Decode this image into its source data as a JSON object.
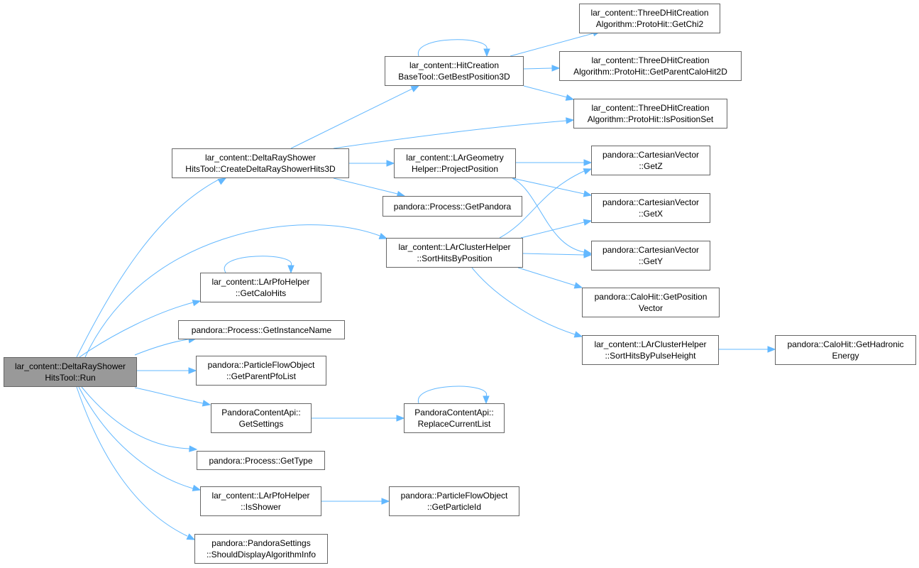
{
  "colors": {
    "edge": "#63b8ff",
    "node_border": "#666666",
    "root_fill": "#999999",
    "node_fill": "#ffffff"
  },
  "nodes": {
    "run": {
      "lines": [
        "lar_content::DeltaRayShower",
        "HitsTool::Run"
      ]
    },
    "create3d": {
      "lines": [
        "lar_content::DeltaRayShower",
        "HitsTool::CreateDeltaRayShowerHits3D"
      ]
    },
    "bestpos": {
      "lines": [
        "lar_content::HitCreation",
        "BaseTool::GetBestPosition3D"
      ]
    },
    "getchi2": {
      "lines": [
        "lar_content::ThreeDHitCreation",
        "Algorithm::ProtoHit::GetChi2"
      ]
    },
    "parentcalo": {
      "lines": [
        "lar_content::ThreeDHitCreation",
        "Algorithm::ProtoHit::GetParentCaloHit2D"
      ]
    },
    "isposset": {
      "lines": [
        "lar_content::ThreeDHitCreation",
        "Algorithm::ProtoHit::IsPositionSet"
      ]
    },
    "projpos": {
      "lines": [
        "lar_content::LArGeometry",
        "Helper::ProjectPosition"
      ]
    },
    "getpandora": {
      "lines": [
        "pandora::Process::GetPandora"
      ]
    },
    "getz": {
      "lines": [
        "pandora::CartesianVector",
        "::GetZ"
      ]
    },
    "getx": {
      "lines": [
        "pandora::CartesianVector",
        "::GetX"
      ]
    },
    "gety": {
      "lines": [
        "pandora::CartesianVector",
        "::GetY"
      ]
    },
    "sortpos": {
      "lines": [
        "lar_content::LArClusterHelper",
        "::SortHitsByPosition"
      ]
    },
    "posvec": {
      "lines": [
        "pandora::CaloHit::GetPosition",
        "Vector"
      ]
    },
    "sortpulse": {
      "lines": [
        "lar_content::LArClusterHelper",
        "::SortHitsByPulseHeight"
      ]
    },
    "hadronic": {
      "lines": [
        "pandora::CaloHit::GetHadronic",
        "Energy"
      ]
    },
    "getcalohits": {
      "lines": [
        "lar_content::LArPfoHelper",
        "::GetCaloHits"
      ]
    },
    "instname": {
      "lines": [
        "pandora::Process::GetInstanceName"
      ]
    },
    "parentpfo": {
      "lines": [
        "pandora::ParticleFlowObject",
        "::GetParentPfoList"
      ]
    },
    "getsettings": {
      "lines": [
        "PandoraContentApi::",
        "GetSettings"
      ]
    },
    "replacelist": {
      "lines": [
        "PandoraContentApi::",
        "ReplaceCurrentList"
      ]
    },
    "gettype": {
      "lines": [
        "pandora::Process::GetType"
      ]
    },
    "isshower": {
      "lines": [
        "lar_content::LArPfoHelper",
        "::IsShower"
      ]
    },
    "particleid": {
      "lines": [
        "pandora::ParticleFlowObject",
        "::GetParticleId"
      ]
    },
    "showdisplay": {
      "lines": [
        "pandora::PandoraSettings",
        "::ShouldDisplayAlgorithmInfo"
      ]
    }
  }
}
